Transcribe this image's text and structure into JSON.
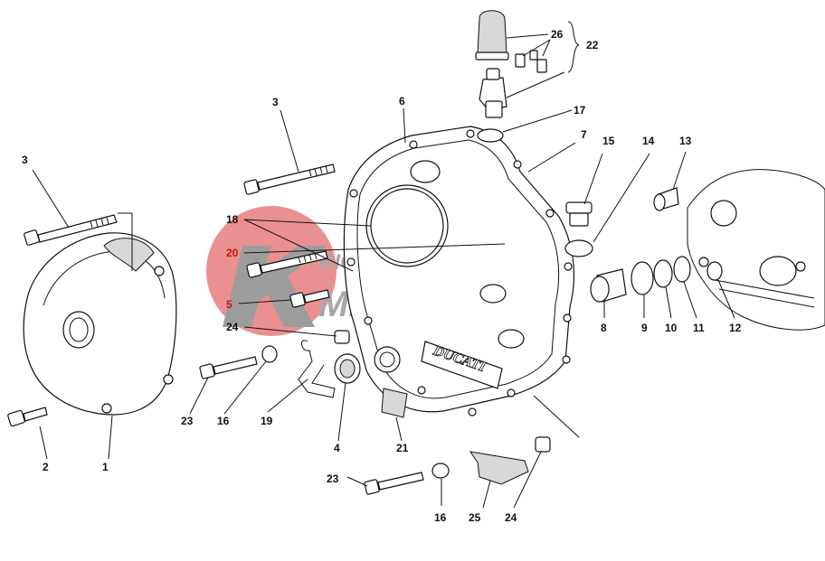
{
  "watermark": {
    "line1": "RICAMBI",
    "line2": "MECCANICA",
    "colors": {
      "circle": "#e87d7d",
      "text": "#9a9a9a",
      "logo": "#8c8c8c"
    }
  },
  "cover_embossing": "DUCATI",
  "callouts": {
    "c1": "1",
    "c2": "2",
    "c3a": "3",
    "c3b": "3",
    "c4": "4",
    "c5": "5",
    "c6": "6",
    "c7": "7",
    "c8": "8",
    "c9": "9",
    "c10": "10",
    "c11": "11",
    "c12": "12",
    "c13": "13",
    "c14": "14",
    "c15": "15",
    "c16a": "16",
    "c16b": "16",
    "c17": "17",
    "c18": "18",
    "c19": "19",
    "c20": "20",
    "c21": "21",
    "c22": "22",
    "c23a": "23",
    "c23b": "23",
    "c24a": "24",
    "c24b": "24",
    "c25": "25",
    "c26": "26"
  },
  "colors": {
    "line": "#111111",
    "highlight": "#d01010"
  }
}
